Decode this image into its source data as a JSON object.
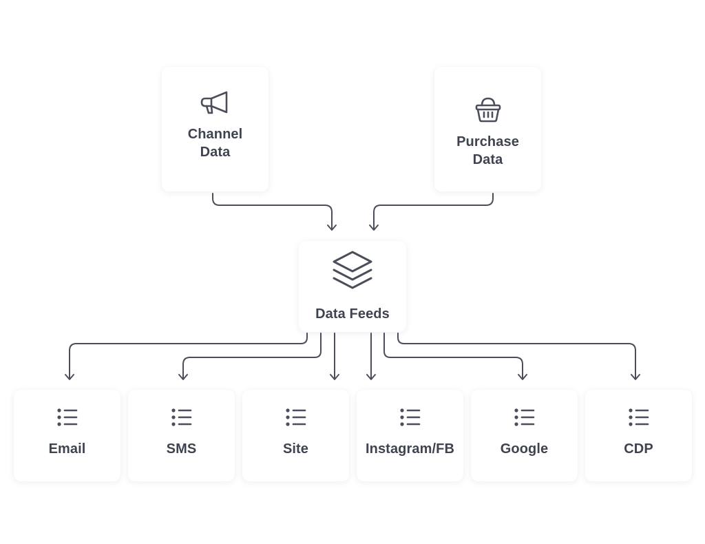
{
  "sources": [
    {
      "id": "channel",
      "label_lines": [
        "Channel",
        "Data"
      ],
      "icon": "megaphone-icon"
    },
    {
      "id": "purchase",
      "label_lines": [
        "Purchase",
        "Data"
      ],
      "icon": "basket-icon"
    }
  ],
  "hub": {
    "label": "Data Feeds",
    "icon": "layers-icon"
  },
  "destinations": [
    {
      "id": "email",
      "label": "Email",
      "icon": "list-icon"
    },
    {
      "id": "sms",
      "label": "SMS",
      "icon": "list-icon"
    },
    {
      "id": "site",
      "label": "Site",
      "icon": "list-icon"
    },
    {
      "id": "instagram-fb",
      "label": "Instagram/FB",
      "icon": "list-icon"
    },
    {
      "id": "google",
      "label": "Google",
      "icon": "list-icon"
    },
    {
      "id": "cdp",
      "label": "CDP",
      "icon": "list-icon"
    }
  ],
  "colors": {
    "text": "#3f4350",
    "icon": "#4a4e5a",
    "connector": "#4a4e5a",
    "card_background": "#ffffff",
    "page_background": "#ffffff"
  }
}
